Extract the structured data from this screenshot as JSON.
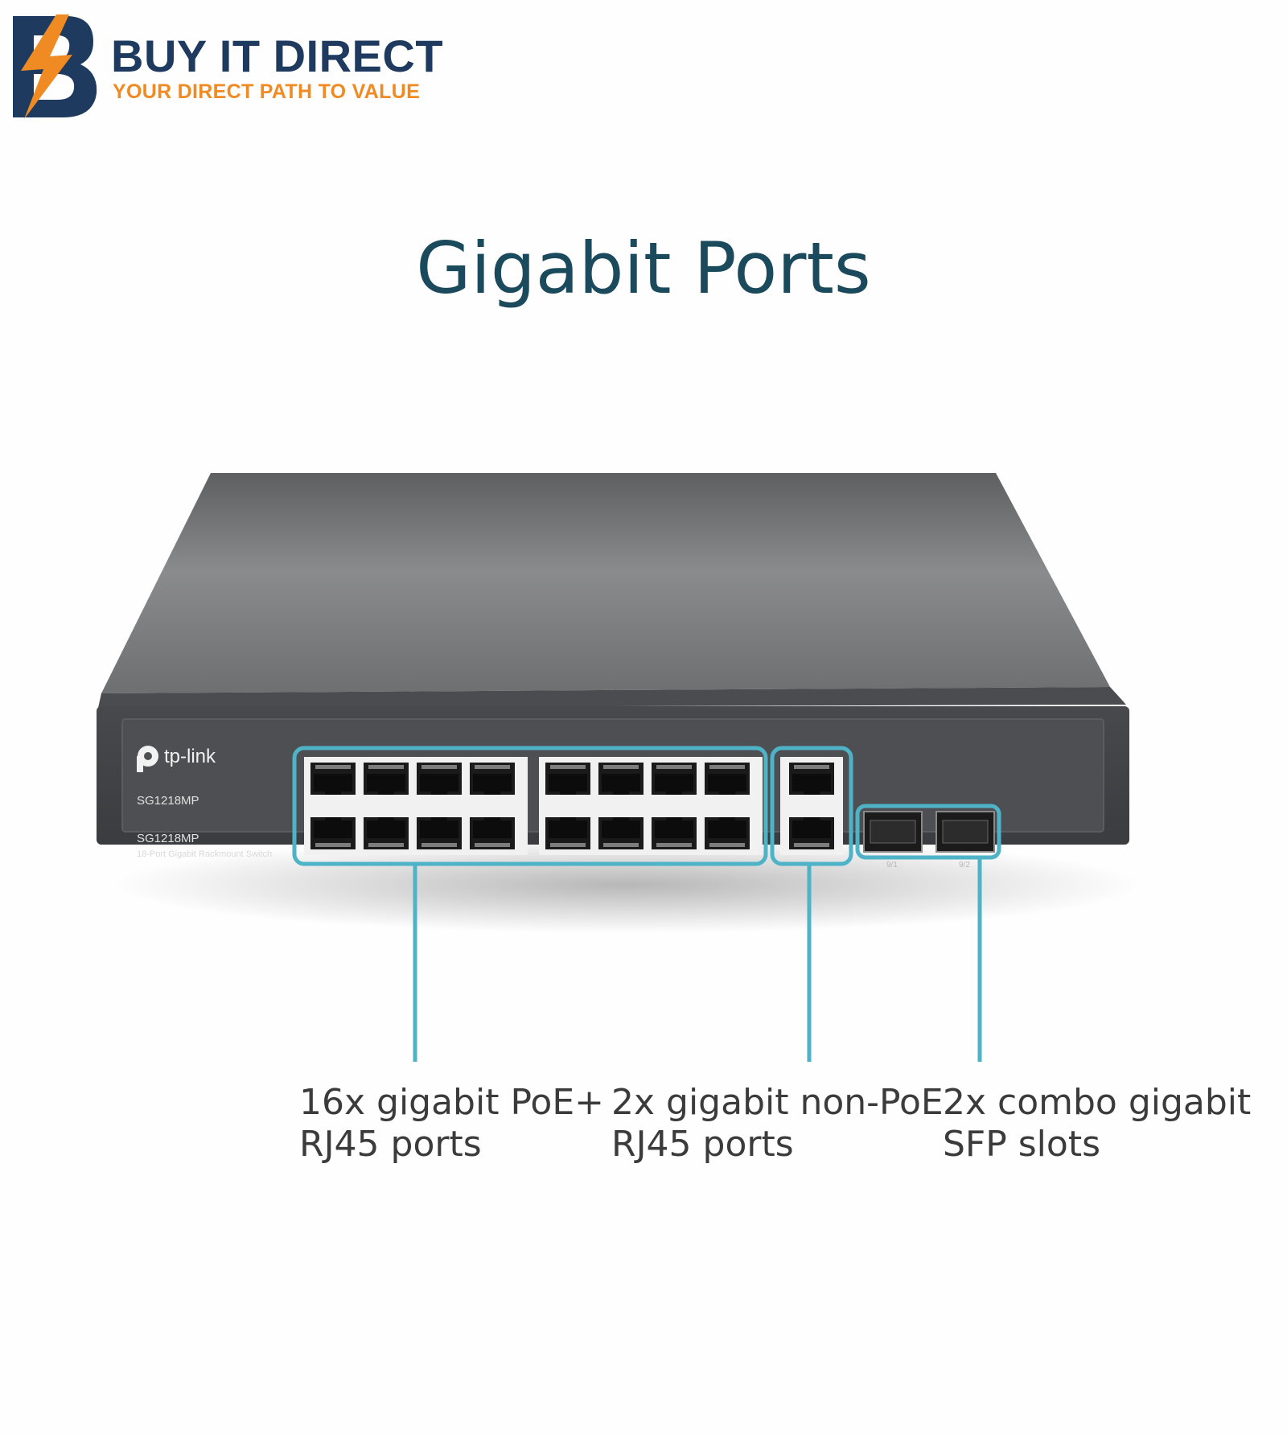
{
  "logo": {
    "name": "BUY IT DIRECT",
    "tagline": "YOUR DIRECT PATH TO VALUE"
  },
  "title": "Gigabit Ports",
  "device": {
    "brand": "tp-link",
    "model_top": "SG1218MP",
    "model_bottom": "SG1218MP",
    "description": "18-Port Gigabit Rackmount Switch",
    "sfp_labels": [
      "9/1",
      "9/2"
    ]
  },
  "callouts": {
    "poe": {
      "line1": "16x gigabit PoE+",
      "line2": "RJ45 ports"
    },
    "non_poe": {
      "line1": "2x gigabit non-PoE",
      "line2": "RJ45 ports"
    },
    "sfp": {
      "line1": "2x combo gigabit",
      "line2": "SFP slots"
    }
  },
  "colors": {
    "title": "#1b4a5c",
    "brand_navy": "#1e3a5f",
    "brand_orange": "#f08a22",
    "highlight": "#4fb3c8",
    "callout_text": "#3b3b3b"
  },
  "icons": [
    "bolt-b-logo-icon",
    "tp-link-logo-icon",
    "rj45-port-icon",
    "sfp-slot-icon"
  ]
}
